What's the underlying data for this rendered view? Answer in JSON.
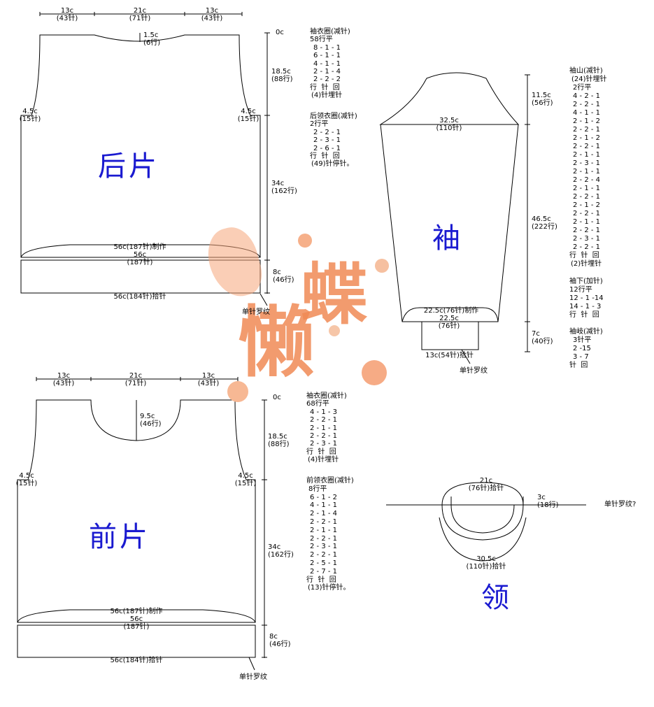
{
  "back": {
    "title": "后片",
    "top_dims": [
      {
        "cm": "13c",
        "st": "(43针)"
      },
      {
        "cm": "21c",
        "st": "(71针)"
      },
      {
        "cm": "13c",
        "st": "(43针)"
      }
    ],
    "neck_depth": {
      "cm": "1.5c",
      "rows": "(6行)"
    },
    "shoulder_left": {
      "cm": "4.5c",
      "st": "(15针)"
    },
    "shoulder_right": {
      "cm": "4.5c",
      "st": "(15针)"
    },
    "v_dims": [
      {
        "cm": "0c"
      },
      {
        "cm": "18.5c",
        "rows": "(88行)"
      },
      {
        "cm": "34c",
        "rows": "(162行)"
      },
      {
        "cm": "8c",
        "rows": "(46行)"
      }
    ],
    "make_line": "56c(187针)制作",
    "width": {
      "cm": "56c",
      "st": "(187针)"
    },
    "pickup_line": "56c(184针)拾针",
    "rib_label": "单针罗纹",
    "armhole": {
      "title": "袖衣圈(减针)",
      "lines": [
        "58行平",
        "8 - 1 - 1",
        "6 - 1 - 1",
        "4 - 1 - 1",
        "2 - 1 - 4",
        "2 - 2 - 2",
        "行  针  回",
        "(4)针埋针"
      ]
    },
    "neck": {
      "title": "后领衣圈(减针)",
      "lines": [
        "2行平",
        "2 - 2 - 1",
        "2 - 3 - 1",
        "2 - 6 - 1",
        "行  针  回",
        "(49)针停针。"
      ]
    }
  },
  "front": {
    "title": "前片",
    "top_dims": [
      {
        "cm": "13c",
        "st": "(43针)"
      },
      {
        "cm": "21c",
        "st": "(71针)"
      },
      {
        "cm": "13c",
        "st": "(43针)"
      }
    ],
    "neck_depth": {
      "cm": "9.5c",
      "rows": "(46行)"
    },
    "shoulder_left": {
      "cm": "4.5c",
      "st": "(15针)"
    },
    "shoulder_right": {
      "cm": "4.5c",
      "st": "(15针)"
    },
    "v_dims": [
      {
        "cm": "0c"
      },
      {
        "cm": "18.5c",
        "rows": "(88行)"
      },
      {
        "cm": "34c",
        "rows": "(162行)"
      },
      {
        "cm": "8c",
        "rows": "(46行)"
      }
    ],
    "make_line": "56c(187针)制作",
    "width": {
      "cm": "56c",
      "st": "(187针)"
    },
    "pickup_line": "56c(184针)拾针",
    "rib_label": "单针罗纹",
    "armhole": {
      "title": "袖衣圈(减针)",
      "lines": [
        "68行平",
        "4 - 1 - 3",
        "2 - 2 - 1",
        "2 - 1 - 1",
        "2 - 2 - 1",
        "2 - 3 - 1",
        "行  针  回",
        "(4)针埋针"
      ]
    },
    "neck": {
      "title": "前领衣圈(减针)",
      "lines": [
        "8行平",
        "6 - 1 - 2",
        "4 - 1 - 1",
        "2 - 1 - 4",
        "2 - 2 - 1",
        "2 - 1 - 1",
        "2 - 2 - 1",
        "2 - 3 - 1",
        "2 - 2 - 1",
        "2 - 5 - 1",
        "2 - 7 - 1",
        "行  针  回",
        "(13)针停针。"
      ]
    }
  },
  "sleeve": {
    "title": "袖",
    "top_width": {
      "cm": "32.5c",
      "st": "(110针)"
    },
    "make_line": "22.5c(76针)制作",
    "bottom_width": {
      "cm": "22.5c",
      "rows": "(76针)"
    },
    "cuff_pickup": "13c(54针)拾针",
    "rib_label": "单针罗纹",
    "v_dims": [
      {
        "cm": "11.5c",
        "rows": "(56行)"
      },
      {
        "cm": "46.5c",
        "rows": "(222行)"
      },
      {
        "cm": "7c",
        "rows": "(40行)"
      }
    ],
    "cap": {
      "title": "袖山(减针)",
      "lines": [
        "(24)针埋针",
        "2行平",
        "4 - 2 - 1",
        "2 - 2 - 1",
        "4 - 1 - 1",
        "2 - 1 - 2",
        "2 - 2 - 1",
        "2 - 1 - 2",
        "2 - 2 - 1",
        "2 - 1 - 1",
        "2 - 3 - 1",
        "2 - 1 - 1",
        "2 - 2 - 4",
        "2 - 1 - 1",
        "2 - 2 - 1",
        "2 - 1 - 2",
        "2 - 2 - 1",
        "2 - 1 - 1",
        "2 - 2 - 1",
        "2 - 3 - 1",
        "2 - 2 - 1",
        "行  针  回",
        "(2)针埋针"
      ]
    },
    "underarm": {
      "title": "袖下(加针)",
      "lines": [
        "12行平",
        "12 - 1 -14",
        "14 - 1 - 3",
        "行  针  回"
      ]
    },
    "cuff": {
      "title": "袖岐(减针)",
      "lines": [
        "3针平",
        "2 -15",
        "3 - 7",
        "针  回"
      ]
    }
  },
  "collar": {
    "title": "领",
    "top": {
      "cm": "21c",
      "st": "(76针)拾针"
    },
    "height": {
      "cm": "3c",
      "rows": "(18行)"
    },
    "bottom": {
      "cm": "30.5c",
      "st": "(110针)拾针"
    },
    "rib_label": "单针罗纹?"
  },
  "watermark": {
    "text1": "懒",
    "text2": "蝶",
    "color": "#f08a55"
  },
  "colors": {
    "title_blue": "#1a1ad0"
  }
}
